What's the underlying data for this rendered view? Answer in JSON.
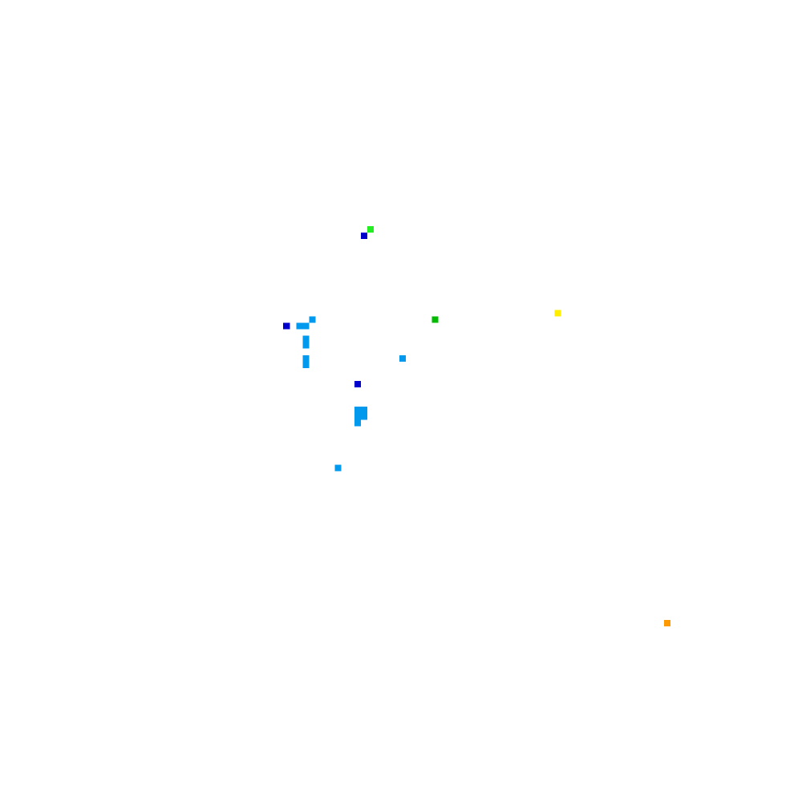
{
  "chart_data": {
    "type": "heatmap",
    "title": "",
    "xlabel": "",
    "ylabel": "",
    "grid": false,
    "legend": "none",
    "colors": {
      "background": "#ffffff",
      "light_blue": "#0099ee",
      "dark_blue": "#0000cc",
      "green": "#00bb00",
      "lime": "#22ee22",
      "yellow": "#ffee00",
      "orange": "#ff9900"
    },
    "cells": [
      {
        "col": 57,
        "row": 35,
        "color": "#22ee22"
      },
      {
        "col": 56,
        "row": 36,
        "color": "#0000cc"
      },
      {
        "col": 86,
        "row": 48,
        "color": "#ffee00"
      },
      {
        "col": 44,
        "row": 50,
        "color": "#0000cc"
      },
      {
        "col": 48,
        "row": 49,
        "color": "#0099ee"
      },
      {
        "col": 46,
        "row": 50,
        "color": "#0099ee"
      },
      {
        "col": 47,
        "row": 50,
        "color": "#0099ee"
      },
      {
        "col": 67,
        "row": 49,
        "color": "#00bb00"
      },
      {
        "col": 47,
        "row": 52,
        "color": "#0099ee"
      },
      {
        "col": 47,
        "row": 53,
        "color": "#0099ee"
      },
      {
        "col": 47,
        "row": 55,
        "color": "#0099ee"
      },
      {
        "col": 47,
        "row": 56,
        "color": "#0099ee"
      },
      {
        "col": 62,
        "row": 55,
        "color": "#0099ee"
      },
      {
        "col": 55,
        "row": 59,
        "color": "#0000cc"
      },
      {
        "col": 55,
        "row": 63,
        "color": "#0099ee"
      },
      {
        "col": 56,
        "row": 63,
        "color": "#0099ee"
      },
      {
        "col": 55,
        "row": 64,
        "color": "#0099ee"
      },
      {
        "col": 56,
        "row": 64,
        "color": "#0099ee"
      },
      {
        "col": 55,
        "row": 65,
        "color": "#0099ee"
      },
      {
        "col": 52,
        "row": 72,
        "color": "#0099ee"
      },
      {
        "col": 103,
        "row": 96,
        "color": "#ff9900"
      }
    ]
  }
}
